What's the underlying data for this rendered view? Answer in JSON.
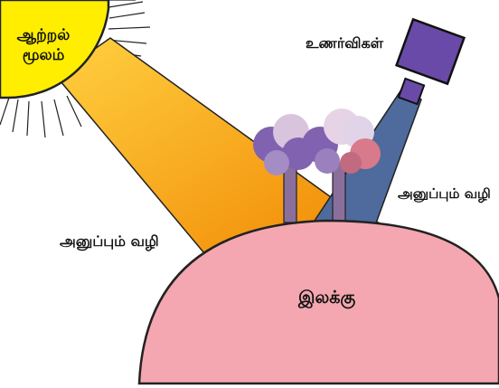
{
  "labels": {
    "energy_source_line1": "ஆற்றல்",
    "energy_source_line2": "மூலம்",
    "sensor": "உணர்விகள்",
    "transmission_path_right": "அனுப்பும் வழி",
    "transmission_path_left": "அனுப்பும் வழி",
    "target": "இலக்கு"
  },
  "colors": {
    "sun": "#ffee00",
    "beam_light": "#ffb020",
    "beam_dark": "#f08a00",
    "sensor_beam": "#4f6a9c",
    "sensor_box": "#6a4aa8",
    "target": "#f4a7b0",
    "tree_trunk": "#8a6f9c",
    "foliage_purple": "#8062b0",
    "foliage_light": "#d8c4dc",
    "foliage_pink": "#d87a8c"
  }
}
